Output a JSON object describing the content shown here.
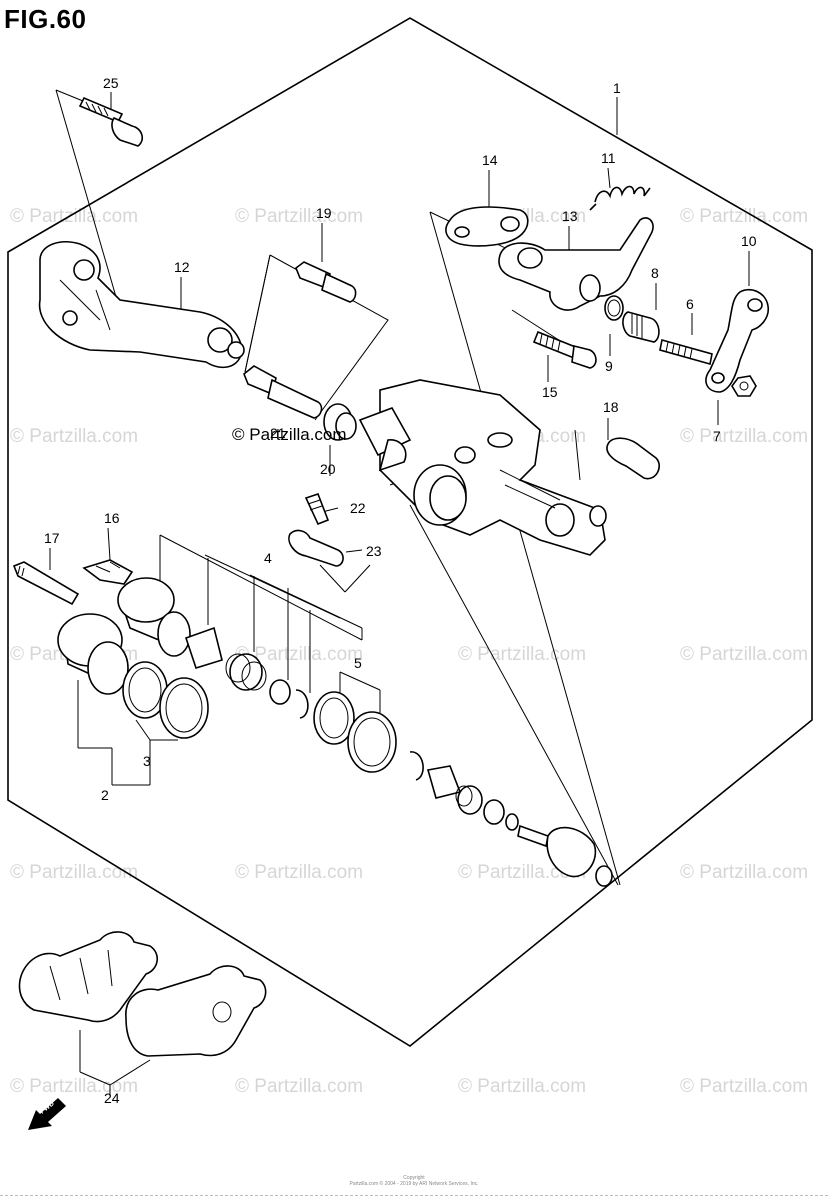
{
  "figure": {
    "title": "FIG.60"
  },
  "watermark": {
    "text": "© Partzilla.com",
    "inline_text": "© Partzilla.com"
  },
  "callouts": {
    "c1": "1",
    "c2": "2",
    "c3": "3",
    "c4": "4",
    "c5": "5",
    "c6": "6",
    "c7": "7",
    "c8": "8",
    "c9": "9",
    "c10": "10",
    "c11": "11",
    "c12": "12",
    "c13": "13",
    "c14": "14",
    "c15": "15",
    "c16": "16",
    "c17": "17",
    "c18": "18",
    "c19": "19",
    "c20": "20",
    "c21": "21",
    "c22": "22",
    "c23": "23",
    "c24": "24",
    "c25": "25"
  },
  "direction_arrow": {
    "label": "FWD"
  },
  "footer": {
    "line1": "Copyright",
    "line2": "Partzilla.com © 2004 - 2019 by ARI Network Services, Inc."
  },
  "colors": {
    "line": "#000000",
    "watermark": "#d6d6d6",
    "background": "#ffffff"
  }
}
